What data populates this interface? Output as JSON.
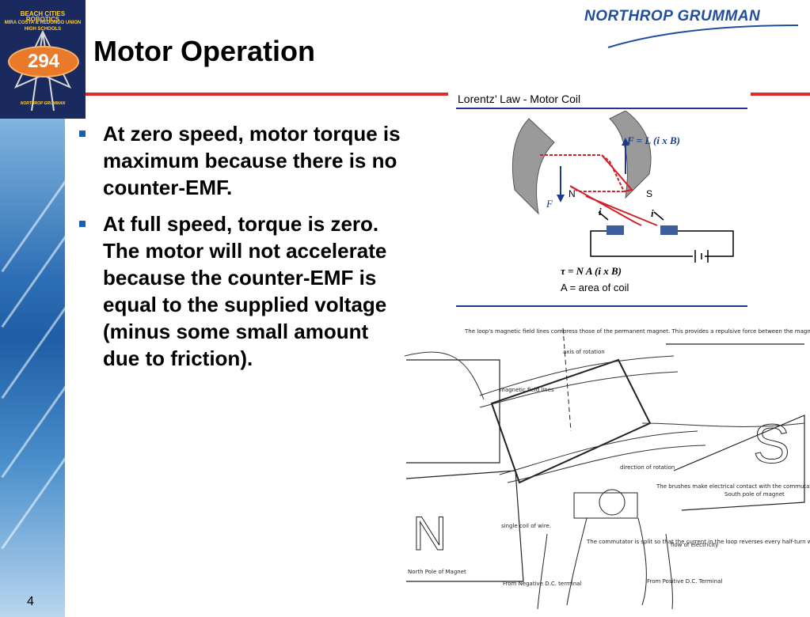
{
  "logo": {
    "line1": "BEACH CITIES ROBOTICS",
    "line2": "MIRA COSTA & REDONDO UNION",
    "line3": "HIGH SCHOOLS",
    "team_number": "294",
    "sponsor": "NORTHROP GRUMMAN"
  },
  "header": {
    "title": "Motor Operation",
    "brand": "NORTHROP GRUMMAN"
  },
  "bullets": [
    "At zero speed, motor torque is maximum because there is no counter-EMF.",
    "At full speed, torque is zero. The motor will not accelerate because the counter-EMF is equal to the supplied voltage (minus some small amount due to friction)."
  ],
  "figure": {
    "title": "Lorentz’ Law - Motor Coil",
    "force_eq": "F = L (i x B)",
    "force_label": "F",
    "pole_n": "N",
    "pole_s": "S",
    "current": "i",
    "torque_eq": "τ = N A (i x B)",
    "area_def": "A = area of coil"
  },
  "sketch": {
    "note_top": "The loop's magnetic field lines compress those of the permanent magnet. This provides a repulsive force between the magnet and the loop which causes the loop to spin.",
    "axis": "axis of rotation",
    "field_lines": "magnetic field lines",
    "direction": "direction of rotation",
    "brushes": "The brushes make electrical contact with the commutator as it rotates.",
    "south": "South pole of magnet",
    "north": "North Pole of Magnet",
    "coil": "single coil of wire.",
    "commutator": "The commutator is split so that the current in the loop reverses every half-turn which keeps the loop spinning in one direction.",
    "flow": "flow of electricity",
    "neg": "From Negative D.C. terminal",
    "pos": "From Positive D.C. Terminal",
    "big_n": "N",
    "big_s": "S"
  },
  "footer": {
    "page": "4"
  }
}
